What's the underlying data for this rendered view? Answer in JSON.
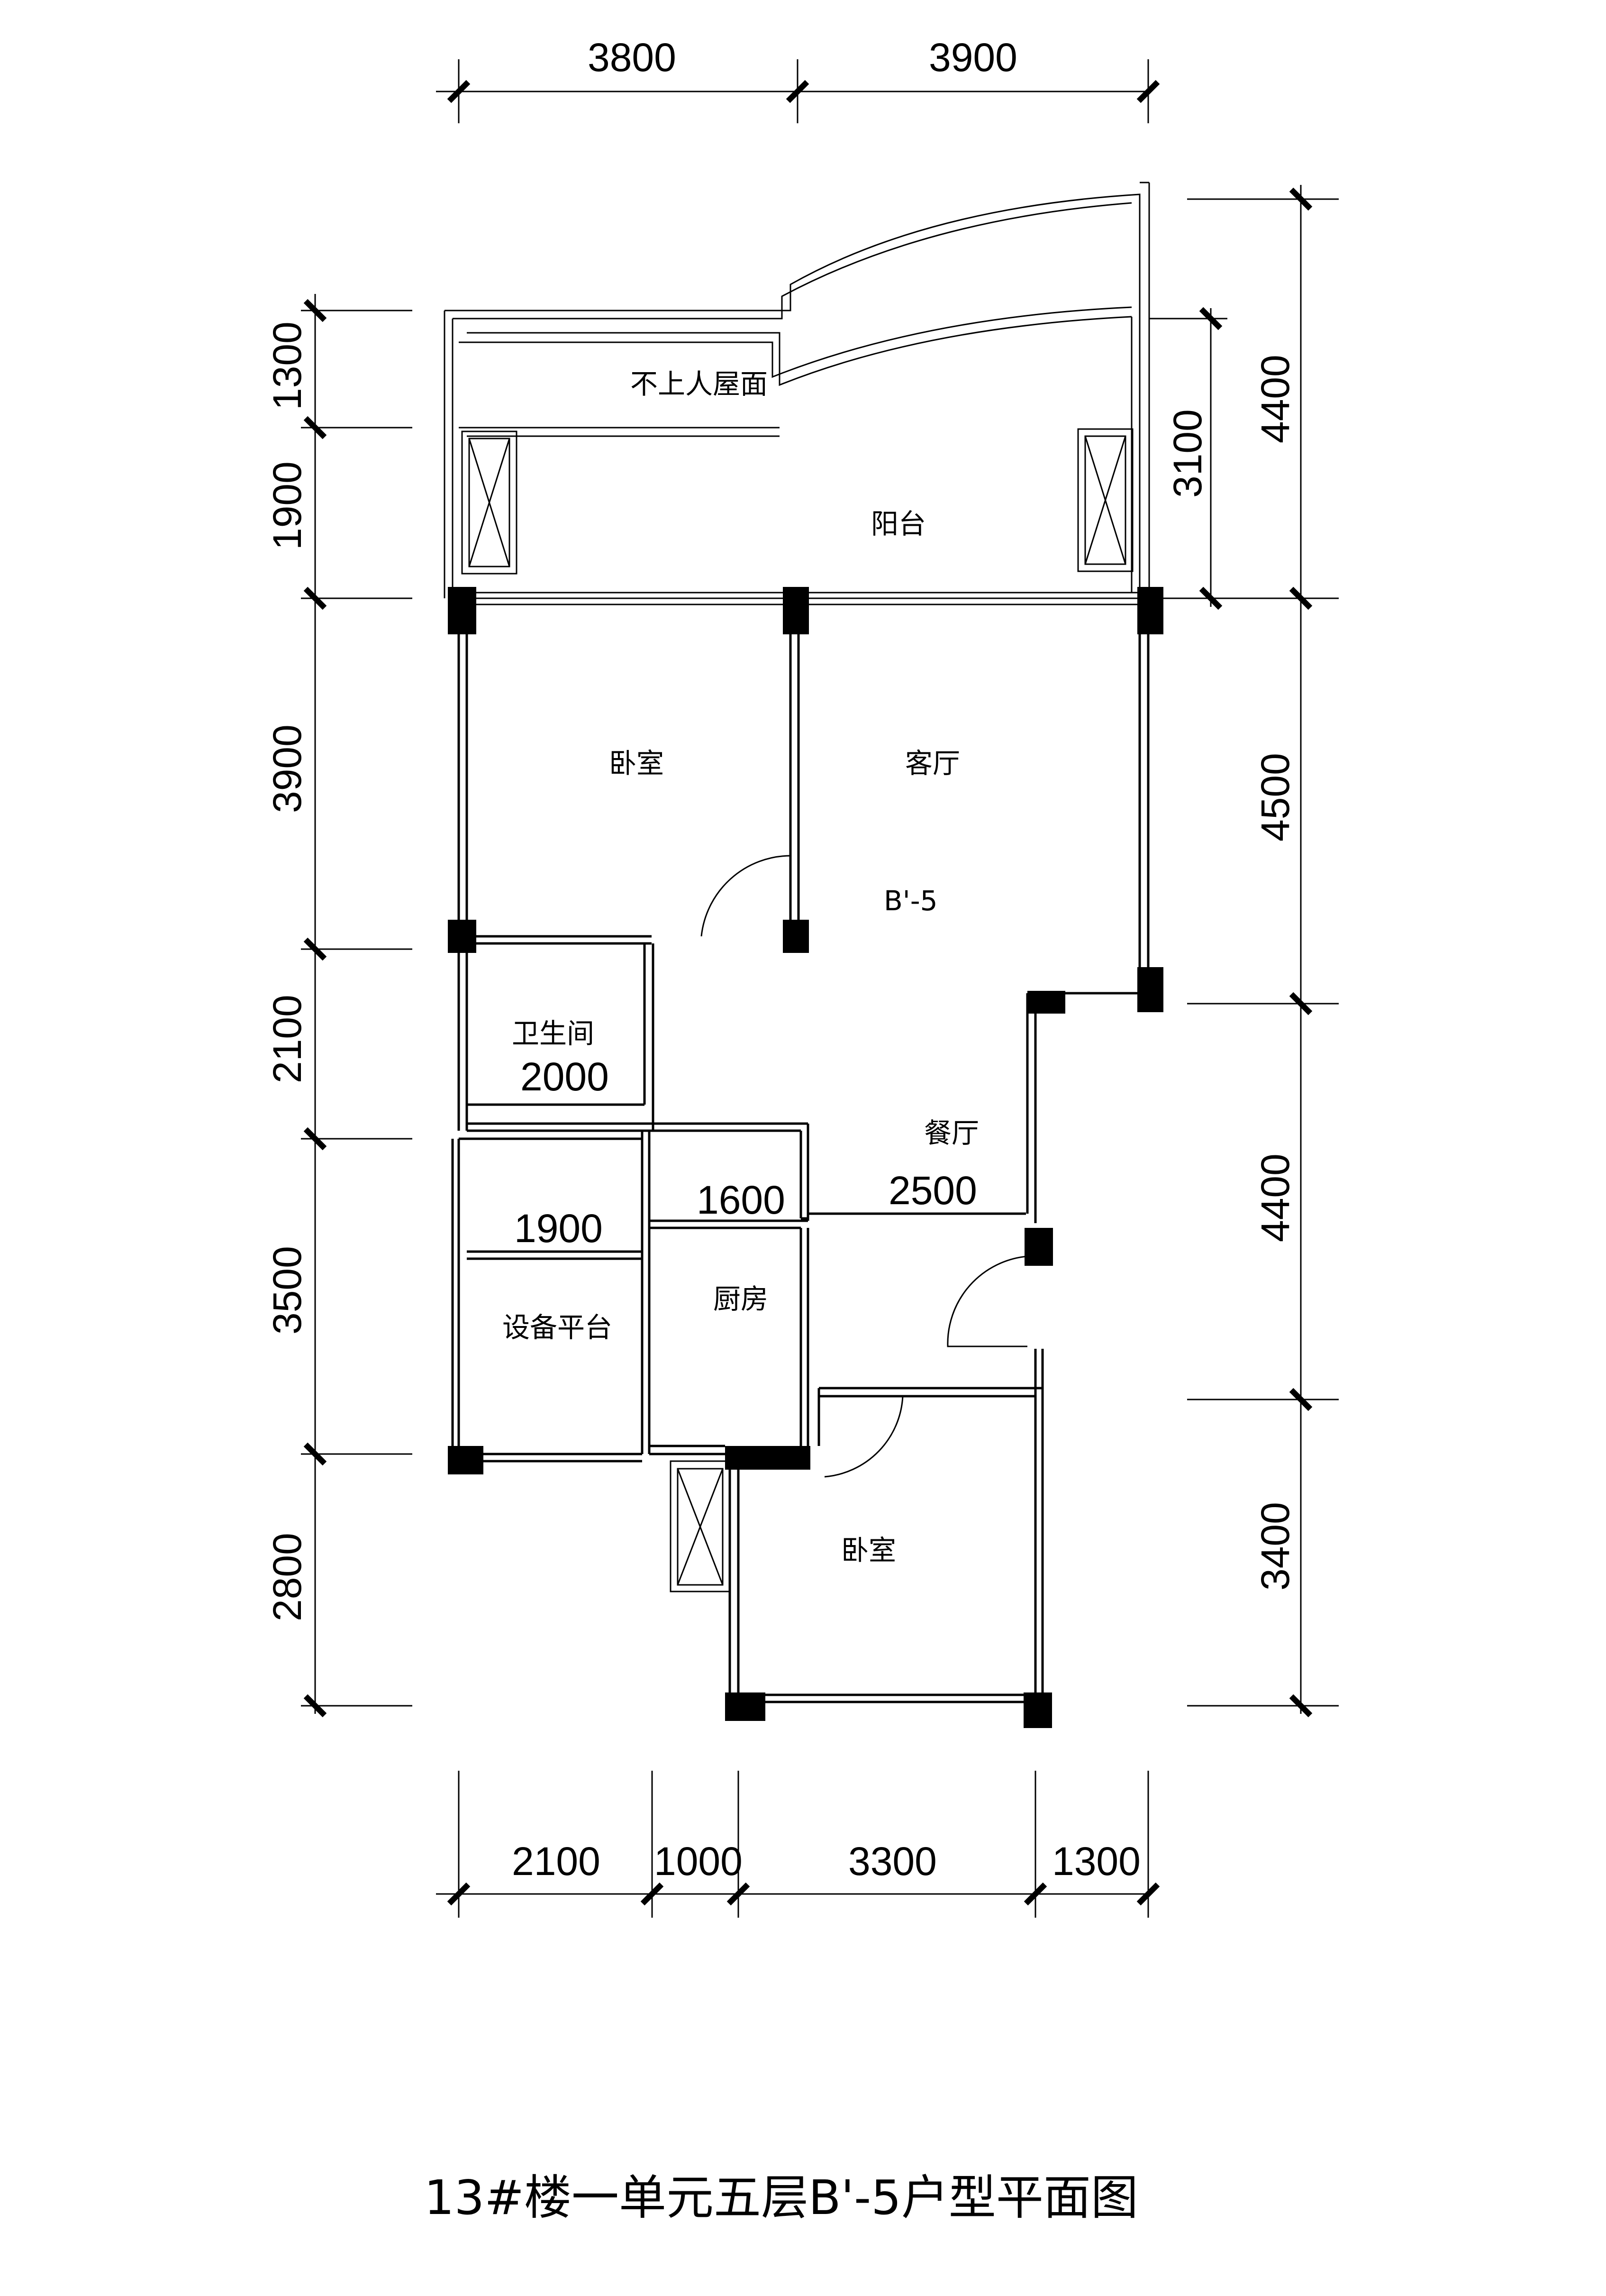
{
  "title": "13#楼一单元五层B'-5户型平面图",
  "unit_code": "B'-5",
  "rooms": {
    "roof": "不上人屋面",
    "balcony": "阳台",
    "bedroom_top": "卧室",
    "living": "客厅",
    "bathroom": "卫生间",
    "dining": "餐厅",
    "equipment": "设备平台",
    "kitchen": "厨房",
    "bedroom_bottom": "卧室"
  },
  "inner_dims": {
    "bathroom_width": "2000",
    "equipment_width": "1900",
    "kitchen_width": "1600",
    "dining_width": "2500",
    "balcony_depth": "3100"
  },
  "dims": {
    "top": [
      "3800",
      "3900"
    ],
    "bottom": [
      "2100",
      "1000",
      "3300",
      "1300"
    ],
    "left": [
      "1300",
      "1900",
      "3900",
      "2100",
      "3500",
      "2800"
    ],
    "right": [
      "4400",
      "4500",
      "4400",
      "3400"
    ]
  }
}
